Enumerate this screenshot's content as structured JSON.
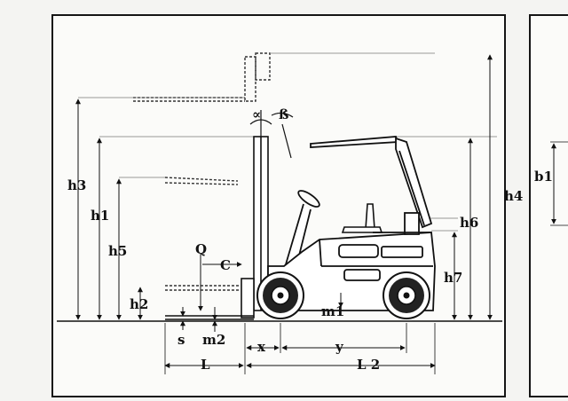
{
  "labels": {
    "h3": "h3",
    "h1": "h1",
    "h5": "h5",
    "h2": "h2",
    "h4": "h4",
    "h6": "h6",
    "h7": "h7",
    "Q": "Q",
    "C": "C",
    "alpha": "∝",
    "beta": "ß",
    "m1": "m1",
    "m2": "m2",
    "s": "s",
    "x": "x",
    "y": "y",
    "L": "L",
    "L2": "L 2",
    "b1": "b1"
  }
}
